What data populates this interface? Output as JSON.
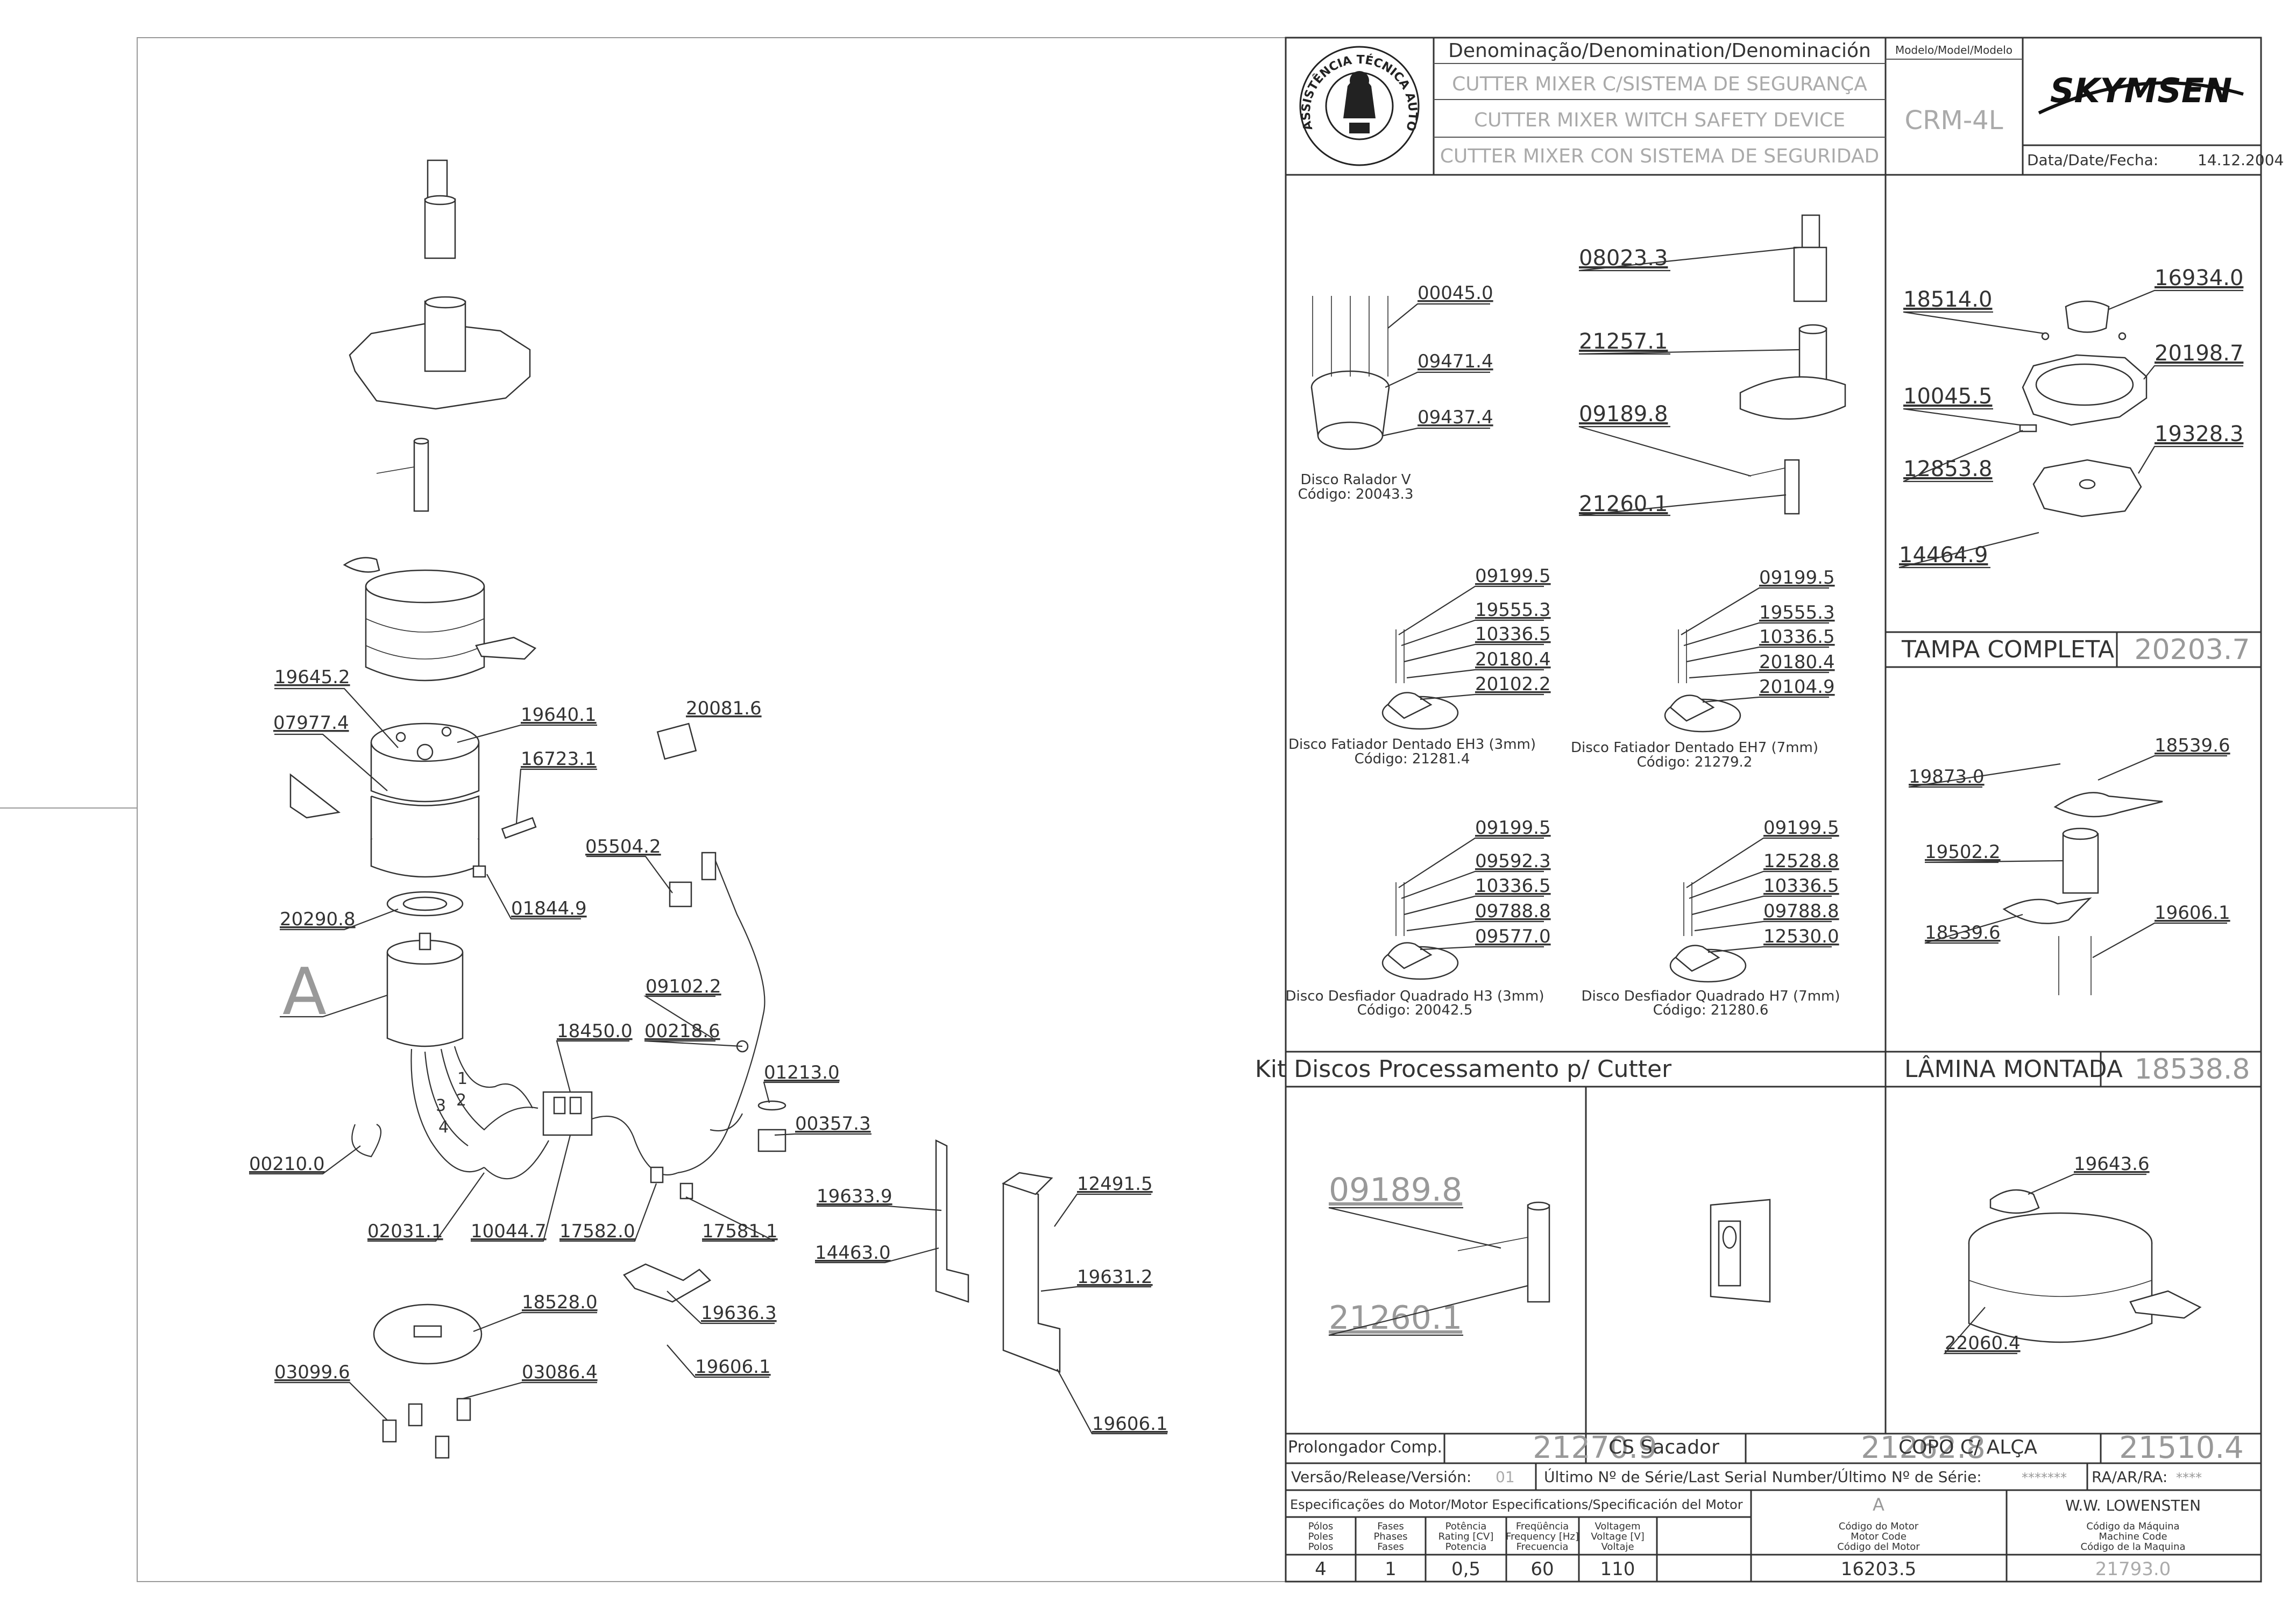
{
  "title_block": {
    "denomination_header": "Denominação/Denomination/Denominación",
    "name_pt": "CUTTER MIXER C/SISTEMA DE SEGURANÇA",
    "name_en": "CUTTER MIXER WITCH SAFETY DEVICE",
    "name_es": "CUTTER MIXER CON SISTEMA DE SEGURIDAD",
    "model_header": "Modelo/Model/Modelo",
    "model": "CRM-4L",
    "brand": "SKYMSEN",
    "date_label": "Data/Date/Fecha:",
    "date": "14.12.2004",
    "seal_text": "ASSISTÊNCIA TÉCNICA AUTORIZADA"
  },
  "main_parts": [
    "19645.2",
    "07977.4",
    "19640.1",
    "16723.1",
    "20081.6",
    "05504.2",
    "20290.8",
    "01844.9",
    "A",
    "09102.2",
    "00218.6",
    "18450.0",
    "01213.0",
    "00357.3",
    "00210.0",
    "02031.1",
    "10044.7",
    "17582.0",
    "17581.1",
    "19633.9",
    "14463.0",
    "12491.5",
    "19631.2",
    "18528.0",
    "19636.3",
    "19606.1",
    "03099.6",
    "03086.4",
    "19606.1"
  ],
  "motor_wire_numbers": [
    "1",
    "2",
    "3",
    "4"
  ],
  "ralador": {
    "parts": [
      "00045.0",
      "09471.4",
      "09437.4"
    ],
    "caption1": "Disco Ralador  V",
    "caption2": "Código:  20043.3"
  },
  "shaft": {
    "parts": [
      "08023.3",
      "21257.1",
      "09189.8",
      "21260.1"
    ]
  },
  "tampa": {
    "parts": [
      "18514.0",
      "16934.0",
      "20198.7",
      "10045.5",
      "19328.3",
      "12853.8",
      "14464.9"
    ],
    "label": "TAMPA COMPLETA",
    "code": "20203.7"
  },
  "disco_eh3": {
    "parts": [
      "09199.5",
      "19555.3",
      "10336.5",
      "20180.4",
      "20102.2"
    ],
    "caption1": "Disco Fatiador Dentado EH3 (3mm)",
    "caption2": "Código:  21281.4"
  },
  "disco_eh7": {
    "parts": [
      "09199.5",
      "19555.3",
      "10336.5",
      "20180.4",
      "20104.9"
    ],
    "caption1": "Disco Fatiador Dentado EH7 (7mm)",
    "caption2": "Código:  21279.2"
  },
  "disco_h3": {
    "parts": [
      "09199.5",
      "09592.3",
      "10336.5",
      "09788.8",
      "09577.0"
    ],
    "caption1": "Disco Desfiador Quadrado H3 (3mm)",
    "caption2": "Código:  20042.5"
  },
  "disco_h7": {
    "parts": [
      "09199.5",
      "12528.8",
      "10336.5",
      "09788.8",
      "12530.0"
    ],
    "caption1": "Disco Desfiador Quadrado H7 (7mm)",
    "caption2": "Código:  21280.6"
  },
  "lamina": {
    "parts": [
      "19873.0",
      "18539.6",
      "19502.2",
      "18539.6",
      "19606.1"
    ],
    "label": "LÂMINA MONTADA",
    "code": "18538.8"
  },
  "kit_label": "Kit  Discos  Processamento  p/  Cutter",
  "prolongador": {
    "parts": [
      "09189.8",
      "21260.1"
    ],
    "label": "Prolongador  Comp.",
    "code": "21270.9"
  },
  "cs_sacador": {
    "label": "CS  Sacador",
    "code": "21262.8"
  },
  "copo": {
    "parts": [
      "19643.6",
      "22060.4"
    ],
    "label": "COPO  C/  ALÇA",
    "code": "21510.4"
  },
  "release": {
    "label": "Versão/Release/Versión:",
    "value": "01",
    "serial_label": "Último  Nº  de  Série/Last  Serial  Number/Último  Nº  de  Série:",
    "serial_value": "*******",
    "ra_label": "RA/AR/RA:",
    "ra_value": "****"
  },
  "motor_spec": {
    "header": "Especificações  do  Motor/Motor  Especifications/Specificación  del  Motor",
    "revision": "A",
    "author": "W.W.  LOWENSTEN",
    "col_polos": [
      "Pólos",
      "Poles",
      "Polos"
    ],
    "col_fases": [
      "Fases",
      "Phases",
      "Fases"
    ],
    "col_potencia": [
      "Potência",
      "Rating  [CV]",
      "Potencia"
    ],
    "col_freq": [
      "Freqüência",
      "Frequency  [Hz]",
      "Frecuencia"
    ],
    "col_volt": [
      "Voltagem",
      "Voltage  [V]",
      "Voltaje"
    ],
    "col_motor_code": [
      "Código  do  Motor",
      "Motor  Code",
      "Código  del  Motor"
    ],
    "col_machine_code": [
      "Código  da  Máquina",
      "Machine  Code",
      "Código  de  la  Maquina"
    ],
    "polos": "4",
    "fases": "1",
    "potencia": "0,5",
    "freq": "60",
    "volt": "110",
    "motor_code": "16203.5",
    "machine_code": "21793.0"
  },
  "colors": {
    "line": "#333333",
    "faded": "#aaaaaa",
    "page": "#ffffff"
  }
}
